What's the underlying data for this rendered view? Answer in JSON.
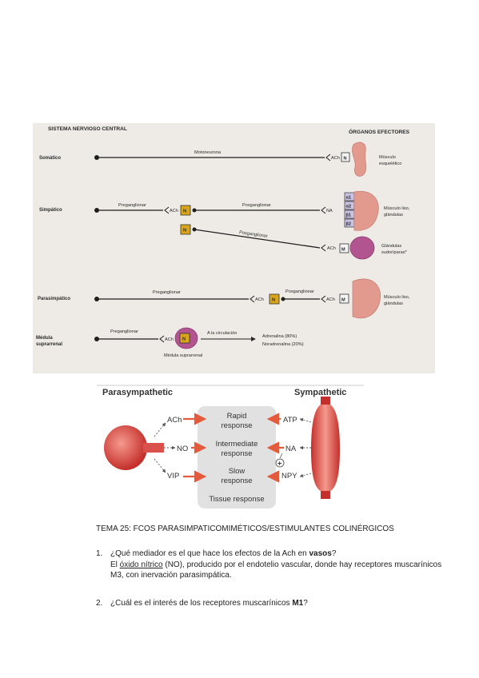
{
  "figure_top": {
    "header_left": "SISTEMA NERVIOSO CENTRAL",
    "header_right": "ÓRGANOS EFECTORES",
    "rows": {
      "somatico": "Somático",
      "simpatico": "Simpático",
      "parasimpatico": "Parasimpático",
      "medula": [
        "Médula",
        "suprarrenal"
      ]
    },
    "motoneurona": "Motoneurona",
    "preganglionar": "Preganglionar",
    "posganglionar": "Posganglionar",
    "ach": "ACh",
    "na": "NA",
    "box_n": "N",
    "box_m": "M",
    "receptors": [
      "α1",
      "α2",
      "β1",
      "β2"
    ],
    "effectors": {
      "musculo_esqueletico": [
        "Músculo",
        "esquelético"
      ],
      "musculo_liso": [
        "Músculo liso,",
        "glándulas"
      ],
      "glandulas_sudoriparas": [
        "Glándulas",
        "sudoríparas*"
      ],
      "musculo_liso_2": [
        "Músculo liso,",
        "glándulas"
      ]
    },
    "a_la_circulacion": "A la circulación",
    "adrenalina": "Adrenalina (80%)",
    "noradrenalina": "Noradrenalina (20%)",
    "medula_suprarrenal": "Médula suprarrenal"
  },
  "figure_bottom": {
    "parasympathetic": "Parasympathetic",
    "sympathetic": "Sympathetic",
    "para_nt": [
      "ACh",
      "NO",
      "VIP"
    ],
    "symp_nt": [
      "ATP",
      "NA",
      "NPY"
    ],
    "responses": [
      [
        "Rapid",
        "response"
      ],
      [
        "Intermediate",
        "response"
      ],
      [
        "Slow",
        "response"
      ]
    ],
    "tissue_response": "Tissue response",
    "plus": "+"
  },
  "text": {
    "topic": "TEMA 25: FCOS PARASIMPATICOMIMÉTICOS/ESTIMULANTES COLINÉRGICOS",
    "q1": {
      "num": "1.",
      "q_pre": "¿Qué mediador es el que hace los efectos de la Ach en ",
      "q_bold": "vasos",
      "q_post": "?",
      "a_pre": "El ",
      "a_underline": "óxido nítrico",
      "a_post": " (NO), producido por el endotelio vascular, donde hay receptores muscarínicos M3, con inervación parasimpática."
    },
    "q2": {
      "num": "2.",
      "q_pre": "¿Cuál es el interés de los receptores muscarínicos ",
      "q_bold": "M1",
      "q_post": "?"
    }
  },
  "colors": {
    "photo_bg": "#eeebe7",
    "box_yellow": "#d9a51c",
    "muscle_pink": "#e39a8e",
    "gland_purple": "#b2548f",
    "receptor_lilac": "#c8c3e2",
    "arrow_red": "#e35a3c",
    "organ_red": "#d43c36",
    "panel_gray": "#e1e1e1"
  }
}
